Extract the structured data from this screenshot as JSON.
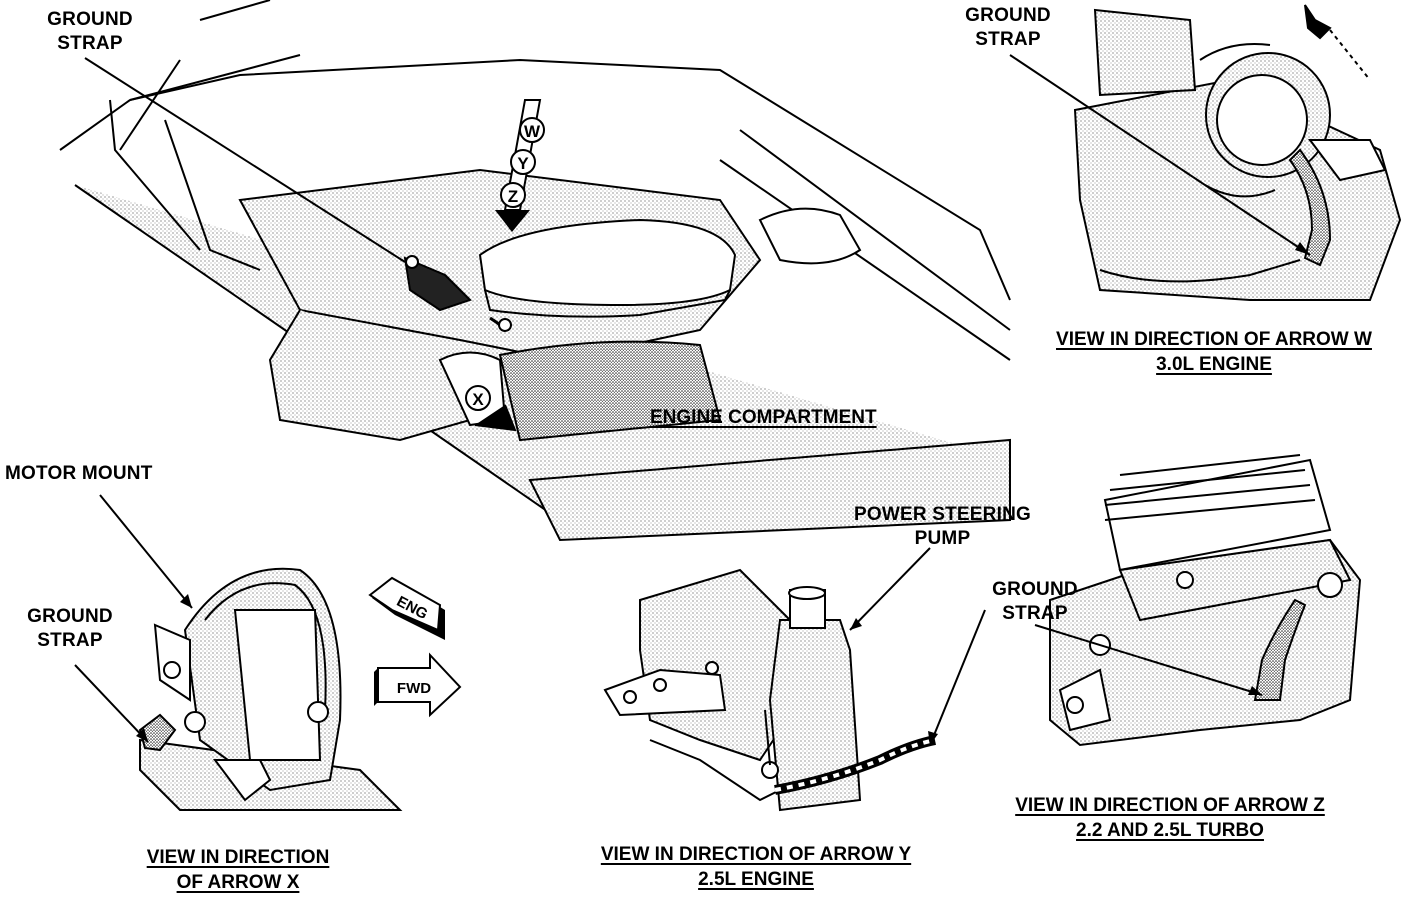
{
  "labels": {
    "ground_strap_main": "GROUND\nSTRAP",
    "ground_strap_w": "GROUND\nSTRAP",
    "ground_strap_x": "GROUND\nSTRAP",
    "ground_strap_z": "GROUND\nSTRAP",
    "motor_mount": "MOTOR MOUNT",
    "power_steering_pump": "POWER STEERING\nPUMP",
    "arrow_w": "W",
    "arrow_y": "Y",
    "arrow_z": "Z",
    "arrow_x": "X",
    "eng": "ENG",
    "fwd": "FWD"
  },
  "captions": {
    "engine_compartment": "ENGINE COMPARTMENT",
    "view_w_line1": "VIEW IN DIRECTION OF ARROW W",
    "view_w_line2": "3.0L ENGINE",
    "view_x_line1": "VIEW IN DIRECTION",
    "view_x_line2": "OF ARROW X",
    "view_y_line1": "VIEW IN DIRECTION OF ARROW Y",
    "view_y_line2": "2.5L ENGINE",
    "view_z_line1": "VIEW IN DIRECTION OF ARROW Z",
    "view_z_line2": "2.2 AND 2.5L TURBO"
  }
}
